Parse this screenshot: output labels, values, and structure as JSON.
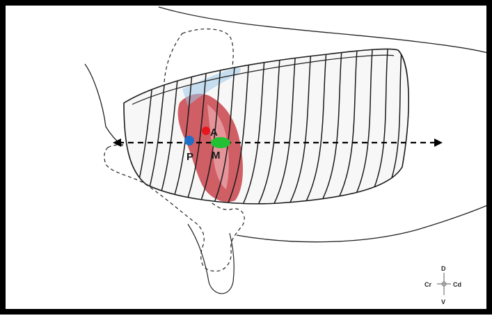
{
  "labels": {
    "marker_a": "A",
    "marker_m": "M",
    "marker_p": "P"
  },
  "compass": {
    "dorsal": "D",
    "ventral": "V",
    "cranial": "Cr",
    "caudal": "Cd"
  },
  "colors": {
    "frame": "#000000",
    "outline": "#1a1a1a",
    "muscle_fill": "#c8434b",
    "muscle_light": "#e79aa0",
    "vessel": "#9dc8e8",
    "marker_a": "#e8161c",
    "marker_m": "#22c033",
    "marker_p": "#1f6fc8"
  }
}
